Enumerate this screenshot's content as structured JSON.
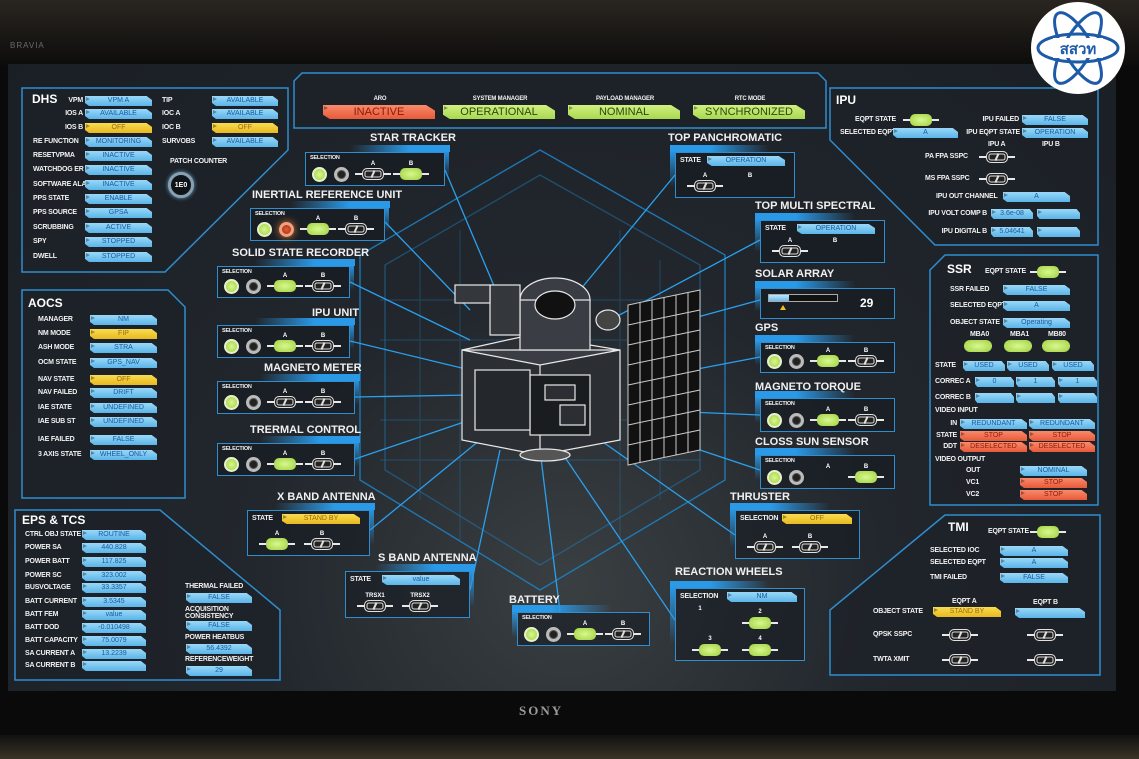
{
  "tv": {
    "brand": "SONY",
    "model": "BRAVIA"
  },
  "logo": {
    "text": "สสวท"
  },
  "top_bar": {
    "items": [
      {
        "label": "ARO",
        "value": "INACTIVE",
        "status": "alarm"
      },
      {
        "label": "SYSTEM MANAGER",
        "value": "OPERATIONAL",
        "status": "ok"
      },
      {
        "label": "PAYLOAD MANAGER",
        "value": "NOMINAL",
        "status": "ok"
      },
      {
        "label": "RTC MODE",
        "value": "SYNCHRONIZED",
        "status": "ok"
      }
    ]
  },
  "dhs": {
    "title": "DHS",
    "left": [
      {
        "label": "VPM",
        "value": "VPM A",
        "status": "normal"
      },
      {
        "label": "IOS A",
        "value": "AVAILABLE",
        "status": "normal"
      },
      {
        "label": "IOS B",
        "value": "OFF",
        "status": "warning"
      },
      {
        "label": "RE FUNCTION",
        "value": "MONITORING",
        "status": "normal"
      },
      {
        "label": "RESETVPMA",
        "value": "INACTIVE",
        "status": "normal"
      },
      {
        "label": "WATCHDOG ER",
        "value": "INACTIVE",
        "status": "normal"
      },
      {
        "label": "SOFTWARE ALA",
        "value": "INACTIVE",
        "status": "normal"
      },
      {
        "label": "PPS STATE",
        "value": "ENABLE",
        "status": "normal"
      },
      {
        "label": "PPS SOURCE",
        "value": "GPSA",
        "status": "normal"
      },
      {
        "label": "SCRUBBING",
        "value": "ACTIVE",
        "status": "normal"
      },
      {
        "label": "SPY",
        "value": "STOPPED",
        "status": "normal"
      },
      {
        "label": "DWELL",
        "value": "STOPPED",
        "status": "normal"
      }
    ],
    "right": [
      {
        "label": "TIP",
        "value": "AVAILABLE",
        "status": "normal"
      },
      {
        "label": "IOC A",
        "value": "AVAILABLE",
        "status": "normal"
      },
      {
        "label": "IOC B",
        "value": "OFF",
        "status": "warning"
      },
      {
        "label": "SURVOBS",
        "value": "AVAILABLE",
        "status": "normal"
      }
    ],
    "patch_counter": {
      "label": "PATCH COUNTER",
      "value": "1E0"
    }
  },
  "aocs": {
    "title": "AOCS",
    "rows": [
      {
        "label": "MANAGER",
        "value": "NM",
        "status": "normal"
      },
      {
        "label": "NM MODE",
        "value": "FIP",
        "status": "warning"
      },
      {
        "label": "ASH MODE",
        "value": "STRA",
        "status": "normal"
      },
      {
        "label": "OCM STATE",
        "value": "GPS_NAV",
        "status": "normal"
      },
      {
        "label": "NAV STATE",
        "value": "OFF",
        "status": "warning"
      },
      {
        "label": "NAV FAILED",
        "value": "DRIFT",
        "status": "normal"
      },
      {
        "label": "IAE STATE",
        "value": "UNDEFINED",
        "status": "normal"
      },
      {
        "label": "IAE SUB ST",
        "value": "UNDEFINED",
        "status": "normal"
      },
      {
        "label": "IAE FAILED",
        "value": "FALSE",
        "status": "normal"
      },
      {
        "label": "3 AXIS STATE",
        "value": "WHEEL_ONLY",
        "status": "normal"
      }
    ]
  },
  "eps": {
    "title": "EPS & TCS",
    "rows": [
      {
        "label": "CTRL OBJ STATE",
        "value": "ROUTINE",
        "status": "normal"
      },
      {
        "label": "POWER SA",
        "value": "440.828",
        "status": "normal"
      },
      {
        "label": "POWER BATT",
        "value": "117.825",
        "status": "normal"
      },
      {
        "label": "POWER SC",
        "value": "323.002",
        "status": "normal"
      },
      {
        "label": "BUSVOLTAGE",
        "value": "33.3357",
        "status": "normal"
      },
      {
        "label": "BATT CURRENT",
        "value": "3.5345",
        "status": "normal"
      },
      {
        "label": "BATT FEM",
        "value": "value",
        "status": "normal"
      },
      {
        "label": "BATT DOD",
        "value": "-0.010498",
        "status": "normal"
      },
      {
        "label": "BATT CAPACITY",
        "value": "75.0079",
        "status": "normal"
      },
      {
        "label": "SA CURRENT A",
        "value": "13.2239",
        "status": "normal"
      },
      {
        "label": "SA CURRENT B",
        "value": "",
        "status": "normal"
      }
    ],
    "extra": [
      {
        "label": "THERMAL FAILED",
        "value": "FALSE",
        "status": "normal"
      },
      {
        "label": "ACQUISITION CONSISTENCY",
        "value": "FALSE",
        "status": "normal"
      },
      {
        "label": "POWER HEATBUS",
        "value": "56.4392",
        "status": "normal"
      },
      {
        "label": "REFERENCEWEIGHT",
        "value": "29",
        "status": "normal"
      }
    ]
  },
  "ipu": {
    "title": "IPU",
    "eqpt_state_label": "EQPT STATE",
    "eqpt_state": "on",
    "selected_eqpt": {
      "label": "SELECTED EQPT",
      "value": "A",
      "status": "normal"
    },
    "ipu_failed": {
      "label": "IPU FAILED",
      "value": "FALSE",
      "status": "normal"
    },
    "ipu_eqpt_state": {
      "label": "IPU EQPT STATE",
      "value": "OPERATION",
      "status": "normal"
    },
    "col_a": "IPU A",
    "col_b": "IPU B",
    "pa_fpa": {
      "label": "PA FPA SSPC",
      "state": "off"
    },
    "ms_fpa": {
      "label": "MS FPA SSPC",
      "state": "off"
    },
    "out_channel": {
      "label": "IPU OUT CHANNEL",
      "value": "A",
      "status": "normal"
    },
    "volt_comp_b": {
      "label": "IPU VOLT COMP B",
      "values": [
        "3.6e-08",
        ""
      ]
    },
    "digital_b": {
      "label": "IPU DIGITAL B",
      "values": [
        "5.04641",
        ""
      ]
    }
  },
  "ssr": {
    "title": "SSR",
    "eqpt_state_label": "EQPT STATE",
    "eqpt_state": "on",
    "rows": [
      {
        "label": "SSR FAILED",
        "value": "FALSE",
        "status": "normal"
      },
      {
        "label": "SELECTED EQPT",
        "value": "A",
        "status": "normal"
      },
      {
        "label": "OBJECT STATE",
        "value": "Operating",
        "status": "normal"
      }
    ],
    "mba": [
      {
        "label": "MBA0"
      },
      {
        "label": "MBA1"
      },
      {
        "label": "MB80"
      }
    ],
    "state": {
      "label": "STATE",
      "values": [
        "USED",
        "USED",
        "USED"
      ]
    },
    "correc_a": {
      "label": "CORREC A",
      "values": [
        "0",
        "1",
        "1"
      ]
    },
    "correc_b": {
      "label": "CORREC B",
      "values": [
        "",
        "",
        ""
      ]
    },
    "video_input": {
      "label": "VIDEO INPUT",
      "in": {
        "label": "IN",
        "values": [
          "REDUNDANT",
          "REDUNDANT"
        ],
        "status": "normal"
      },
      "state": {
        "label": "STATE",
        "values": [
          "STOP",
          "STOP"
        ],
        "status": "alarm"
      },
      "ddt": {
        "label": "DDT",
        "values": [
          "DESELECTED",
          "DESELECTED"
        ],
        "status": "alarm"
      }
    },
    "video_output": {
      "label": "VIDEO OUTPUT",
      "out": {
        "label": "OUT",
        "value": "NOMINAL",
        "status": "normal"
      },
      "vc1": {
        "label": "VC1",
        "value": "STOP",
        "status": "alarm"
      },
      "vc2": {
        "label": "VC2",
        "value": "STOP",
        "status": "alarm"
      }
    }
  },
  "tmi": {
    "title": "TMI",
    "eqpt_state_label": "EQPT STATE",
    "eqpt_state": "on",
    "rows": [
      {
        "label": "SELECTED IOC",
        "value": "A",
        "status": "normal"
      },
      {
        "label": "SELECTED EQPT",
        "value": "A",
        "status": "normal"
      },
      {
        "label": "TMI FAILED",
        "value": "FALSE",
        "status": "normal"
      }
    ],
    "col_a": "EQPT A",
    "col_b": "EQPT B",
    "object_state": {
      "label": "OBJECT STATE",
      "values": [
        "STAND BY",
        ""
      ],
      "statuses": [
        "warning",
        "normal"
      ]
    },
    "qpsk": {
      "label": "QPSK SSPC",
      "states": [
        "off",
        "off"
      ]
    },
    "twta": {
      "label": "TWTA XMIT",
      "states": [
        "off",
        "off"
      ]
    }
  },
  "subsystems": {
    "star_tracker": {
      "title": "STAR TRACKER",
      "selection_label": "SELECTION",
      "selection": [
        "on",
        "off"
      ],
      "units": [
        {
          "label": "A",
          "state": "off"
        },
        {
          "label": "B",
          "state": "on"
        }
      ]
    },
    "iru": {
      "title": "INERTIAL REFERENCE UNIT",
      "selection_label": "SELECTION",
      "selection": [
        "on",
        "alarm"
      ],
      "units": [
        {
          "label": "A",
          "state": "on"
        },
        {
          "label": "B",
          "state": "off"
        }
      ]
    },
    "ssr_unit": {
      "title": "SOLID STATE RECORDER",
      "selection_label": "SELECTION",
      "selection": [
        "on",
        "off"
      ],
      "units": [
        {
          "label": "A",
          "state": "on"
        },
        {
          "label": "B",
          "state": "off"
        }
      ]
    },
    "ipu_unit": {
      "title": "IPU UNIT",
      "selection_label": "SELECTION",
      "selection": [
        "on",
        "off"
      ],
      "units": [
        {
          "label": "A",
          "state": "on"
        },
        {
          "label": "B",
          "state": "off"
        }
      ]
    },
    "magneto_meter": {
      "title": "MAGNETO METER",
      "selection_label": "SELECTION",
      "selection": [
        "on",
        "off"
      ],
      "units": [
        {
          "label": "A",
          "state": "off"
        },
        {
          "label": "B",
          "state": "off"
        }
      ]
    },
    "thermal": {
      "title": "TRERMAL CONTROL",
      "selection_label": "SELECTION",
      "selection": [
        "on",
        "off"
      ],
      "units": [
        {
          "label": "A",
          "state": "on"
        },
        {
          "label": "B",
          "state": "off"
        }
      ]
    },
    "x_band": {
      "title": "X BAND ANTENNA",
      "state_label": "STATE",
      "state_value": "STAND BY",
      "state_status": "warning",
      "units": [
        {
          "label": "A",
          "state": "on"
        },
        {
          "label": "B",
          "state": "off"
        }
      ]
    },
    "s_band": {
      "title": "S BAND ANTENNA",
      "state_label": "STATE",
      "state_value": "value",
      "state_status": "normal",
      "units": [
        {
          "label": "TRSX1",
          "state": "off"
        },
        {
          "label": "TRSX2",
          "state": "off"
        }
      ]
    },
    "battery": {
      "title": "BATTERY",
      "selection_label": "SELECTION",
      "selection": [
        "on",
        "off"
      ],
      "units": [
        {
          "label": "A",
          "state": "on"
        },
        {
          "label": "B",
          "state": "off"
        }
      ]
    },
    "top_pan": {
      "title": "TOP PANCHROMATIC",
      "state_label": "STATE",
      "state_value": "OPERATION",
      "state_status": "normal",
      "units": [
        {
          "label": "A",
          "state": "off"
        },
        {
          "label": "B",
          "state": "none"
        }
      ]
    },
    "top_ms": {
      "title": "TOP MULTI SPECTRAL",
      "state_label": "STATE",
      "state_value": "OPERATION",
      "state_status": "normal",
      "units": [
        {
          "label": "A",
          "state": "off"
        },
        {
          "label": "B",
          "state": "none"
        }
      ]
    },
    "solar_array": {
      "title": "SOLAR ARRAY",
      "level_percent": 30,
      "value": "29"
    },
    "gps": {
      "title": "GPS",
      "selection_label": "SELECTION",
      "selection": [
        "on",
        "off"
      ],
      "units": [
        {
          "label": "A",
          "state": "on"
        },
        {
          "label": "B",
          "state": "off"
        }
      ]
    },
    "magneto_torque": {
      "title": "MAGNETO TORQUE",
      "selection_label": "SELECTION",
      "selection": [
        "on",
        "off"
      ],
      "units": [
        {
          "label": "A",
          "state": "on"
        },
        {
          "label": "B",
          "state": "off"
        }
      ]
    },
    "sun_sensor": {
      "title": "CLOSS SUN SENSOR",
      "selection_label": "SELECTION",
      "selection": [
        "on",
        "off"
      ],
      "units": [
        {
          "label": "A",
          "state": "none"
        },
        {
          "label": "B",
          "state": "on"
        }
      ]
    },
    "thruster": {
      "title": "THRUSTER",
      "selection_label": "SELECTION",
      "state_value": "OFF",
      "state_status": "warning",
      "units": [
        {
          "label": "A",
          "state": "off"
        },
        {
          "label": "B",
          "state": "off"
        }
      ]
    },
    "reaction_wheels": {
      "title": "REACTION WHEELS",
      "selection_label": "SELECTION",
      "state_value": "NM",
      "state_status": "normal",
      "units": [
        {
          "label": "1",
          "state": "none"
        },
        {
          "label": "2",
          "state": "on"
        },
        {
          "label": "3",
          "state": "on"
        },
        {
          "label": "4",
          "state": "on"
        }
      ]
    }
  }
}
